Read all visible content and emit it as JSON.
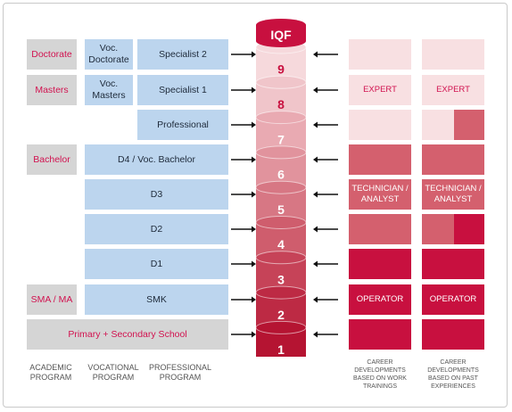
{
  "iqf": {
    "title": "IQF",
    "levels": [
      "9",
      "8",
      "7",
      "6",
      "5",
      "4",
      "3",
      "2",
      "1"
    ],
    "colors": [
      "#f6d9dc",
      "#f0c5ca",
      "#e9aab2",
      "#e1939d",
      "#d77784",
      "#cf5d6d",
      "#c64358",
      "#bd2a44",
      "#b51432"
    ],
    "header_color": "#c8103f"
  },
  "academic": {
    "doctorate": "Doctorate",
    "masters": "Masters",
    "bachelor": "Bachelor",
    "sma": "SMA / MA",
    "primary": "Primary + Secondary School"
  },
  "vocational": {
    "voc_doctorate": "Voc. Doctorate",
    "voc_masters": "Voc. Masters",
    "d4": "D4 / Voc. Bachelor",
    "d3": "D3",
    "d2": "D2",
    "d1": "D1",
    "smk": "SMK"
  },
  "professional": {
    "specialist2": "Specialist 2",
    "specialist1": "Specialist 1",
    "professional": "Professional"
  },
  "career": {
    "expert": "EXPERT",
    "technician": "TECHNICIAN / ANALYST",
    "operator": "OPERATOR"
  },
  "footer": {
    "academic": "ACADEMIC PROGRAM",
    "vocational": "VOCATIONAL PROGRAM",
    "professional": "PROFESSIONAL PROGRAM",
    "work": "CAREER DEVELOPMENTS BASED ON WORK TRAININGS",
    "past": "CAREER DEVELOPMENTS BASED ON PAST EXPERIENCES"
  },
  "colors": {
    "accent": "#d1124f",
    "gray_box": "#d5d5d5",
    "blue_box": "#bcd5ee",
    "pink_light": "#f8e0e2",
    "pink_mid": "#d4606e",
    "pink_dark": "#c8103f"
  }
}
